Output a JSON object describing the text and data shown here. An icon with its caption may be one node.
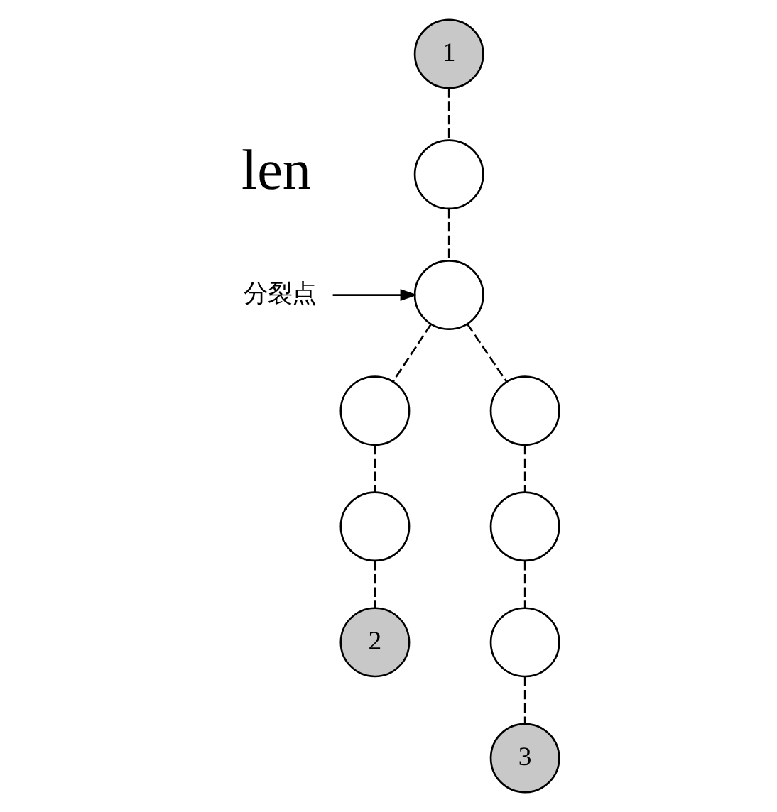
{
  "diagram": {
    "nodes": [
      {
        "text": [
          "1"
        ]
      },
      {
        "text": [],
        "shape": "circle"
      },
      {
        "text": [],
        "shape": "circle"
      },
      {
        "text": [
          "分裂点"
        ]
      },
      {
        "text": [],
        "shape": "circle"
      },
      {
        "text": [],
        "shape": "circle"
      },
      {
        "text": [],
        "shape": "circle"
      },
      {
        "text": [],
        "shape": "circle"
      },
      {
        "text": [
          "2"
        ]
      },
      {
        "text": [],
        "shape": "circle"
      },
      {
        "text": [
          "3"
        ]
      }
    ],
    "edges": [
      {
        "from": 0,
        "to": 1,
        "arrow": "none",
        "style": "dashed"
      },
      {
        "from": 1,
        "to": 2,
        "arrow": "none",
        "style": "dashed"
      },
      {
        "from": 2,
        "to": 4,
        "arrow": "none",
        "style": "dashed"
      },
      {
        "from": 4,
        "to": 6,
        "arrow": "none",
        "style": "dashed"
      },
      {
        "from": 6,
        "to": 8,
        "arrow": "none",
        "style": "dashed"
      },
      {
        "from": 2,
        "to": 5,
        "arrow": "none",
        "style": "dashed"
      },
      {
        "from": 5,
        "to": 7,
        "arrow": "none",
        "style": "dashed"
      },
      {
        "from": 7,
        "to": 9,
        "arrow": "none",
        "style": "dashed"
      },
      {
        "from": 9,
        "to": 10,
        "arrow": "none",
        "style": "dashed"
      },
      {
        "from": 3,
        "to": 2,
        "arrow": "to"
      }
    ],
    "labels": [
      "len"
    ]
  }
}
